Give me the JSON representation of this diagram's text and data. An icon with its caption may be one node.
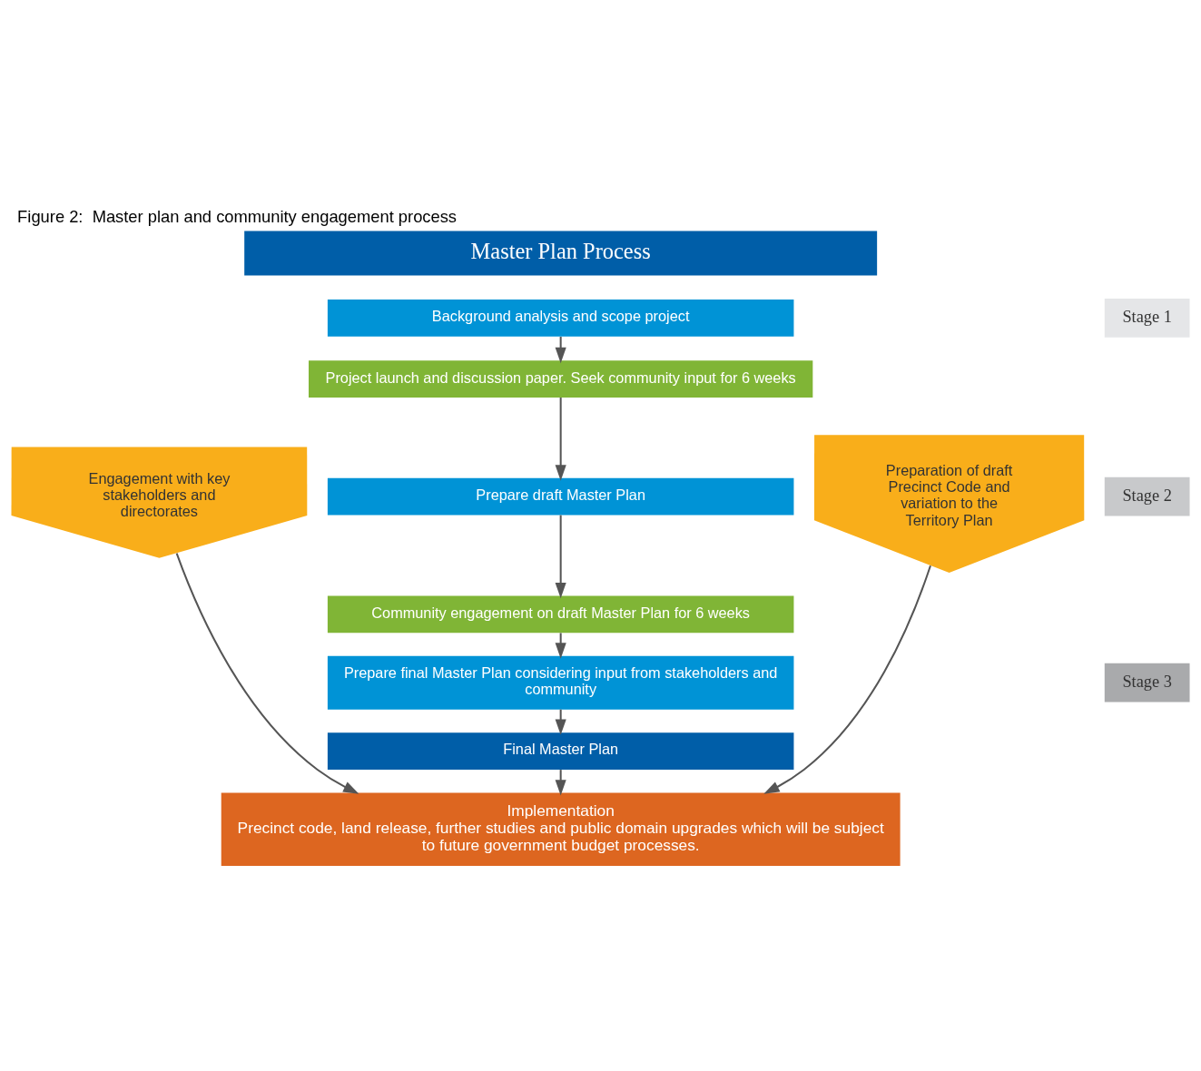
{
  "diagram": {
    "title": "Figure 2:  Master plan and community engagement process",
    "nodes": [
      {
        "text": [
          "Master Plan Process"
        ]
      },
      {
        "text": [
          "Stage 1"
        ]
      },
      {
        "text": [
          "Stage 2"
        ]
      },
      {
        "text": [
          "Stage 3"
        ]
      },
      {
        "text": [
          "Background analysis and scope project"
        ]
      },
      {
        "text": [
          "Project launch and discussion paper. Seek community input for 6 weeks"
        ]
      },
      {
        "text": [
          "Prepare draft Master Plan"
        ]
      },
      {
        "text": [
          "Community engagement on draft Master Plan for 6 weeks"
        ]
      },
      {
        "text": [
          "Prepare final Master Plan considering input from stakeholders and community"
        ]
      },
      {
        "text": [
          "Final Master Plan"
        ]
      },
      {
        "text": [
          "Implementation",
          "Precinct code, land release, further studies and public domain upgrades which will be subject to future government budget processes."
        ]
      },
      {
        "text": [
          "Engagement with key stakeholders and directorates"
        ]
      },
      {
        "text": [
          "Preparation of draft Precinct Code and variation to the Territory Plan"
        ]
      }
    ],
    "edges": [
      {
        "from": 4,
        "to": 5,
        "arrow": "to"
      },
      {
        "from": 5,
        "to": 6,
        "arrow": "to"
      },
      {
        "from": 6,
        "to": 7,
        "arrow": "to"
      },
      {
        "from": 7,
        "to": 8,
        "arrow": "to"
      },
      {
        "from": 8,
        "to": 9,
        "arrow": "to"
      },
      {
        "from": 9,
        "to": 10,
        "arrow": "to"
      },
      {
        "from": 11,
        "to": 10,
        "arrow": "to"
      },
      {
        "from": 12,
        "to": 10,
        "arrow": "to"
      }
    ]
  }
}
